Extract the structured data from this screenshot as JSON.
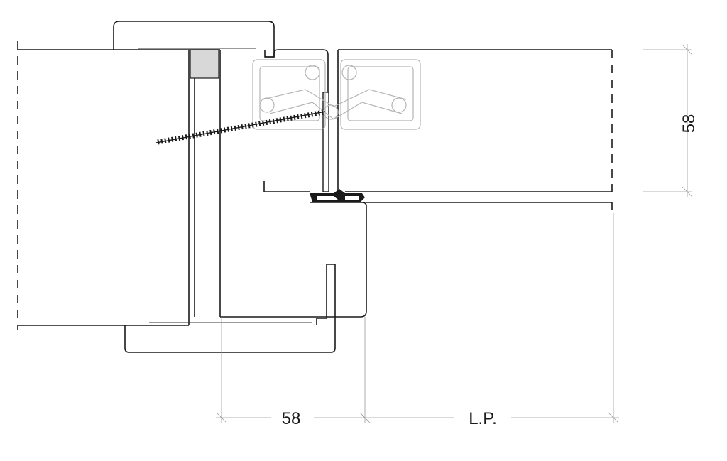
{
  "dimensions": {
    "frame_depth": "58",
    "passage_width": "L.P.",
    "leaf_thickness": "58"
  },
  "colors": {
    "line": "#1a1a1a",
    "dimension_line": "#9a9a9a",
    "hinge_outline": "#b5b5b5",
    "seal_fill": "#d8d8d8"
  }
}
